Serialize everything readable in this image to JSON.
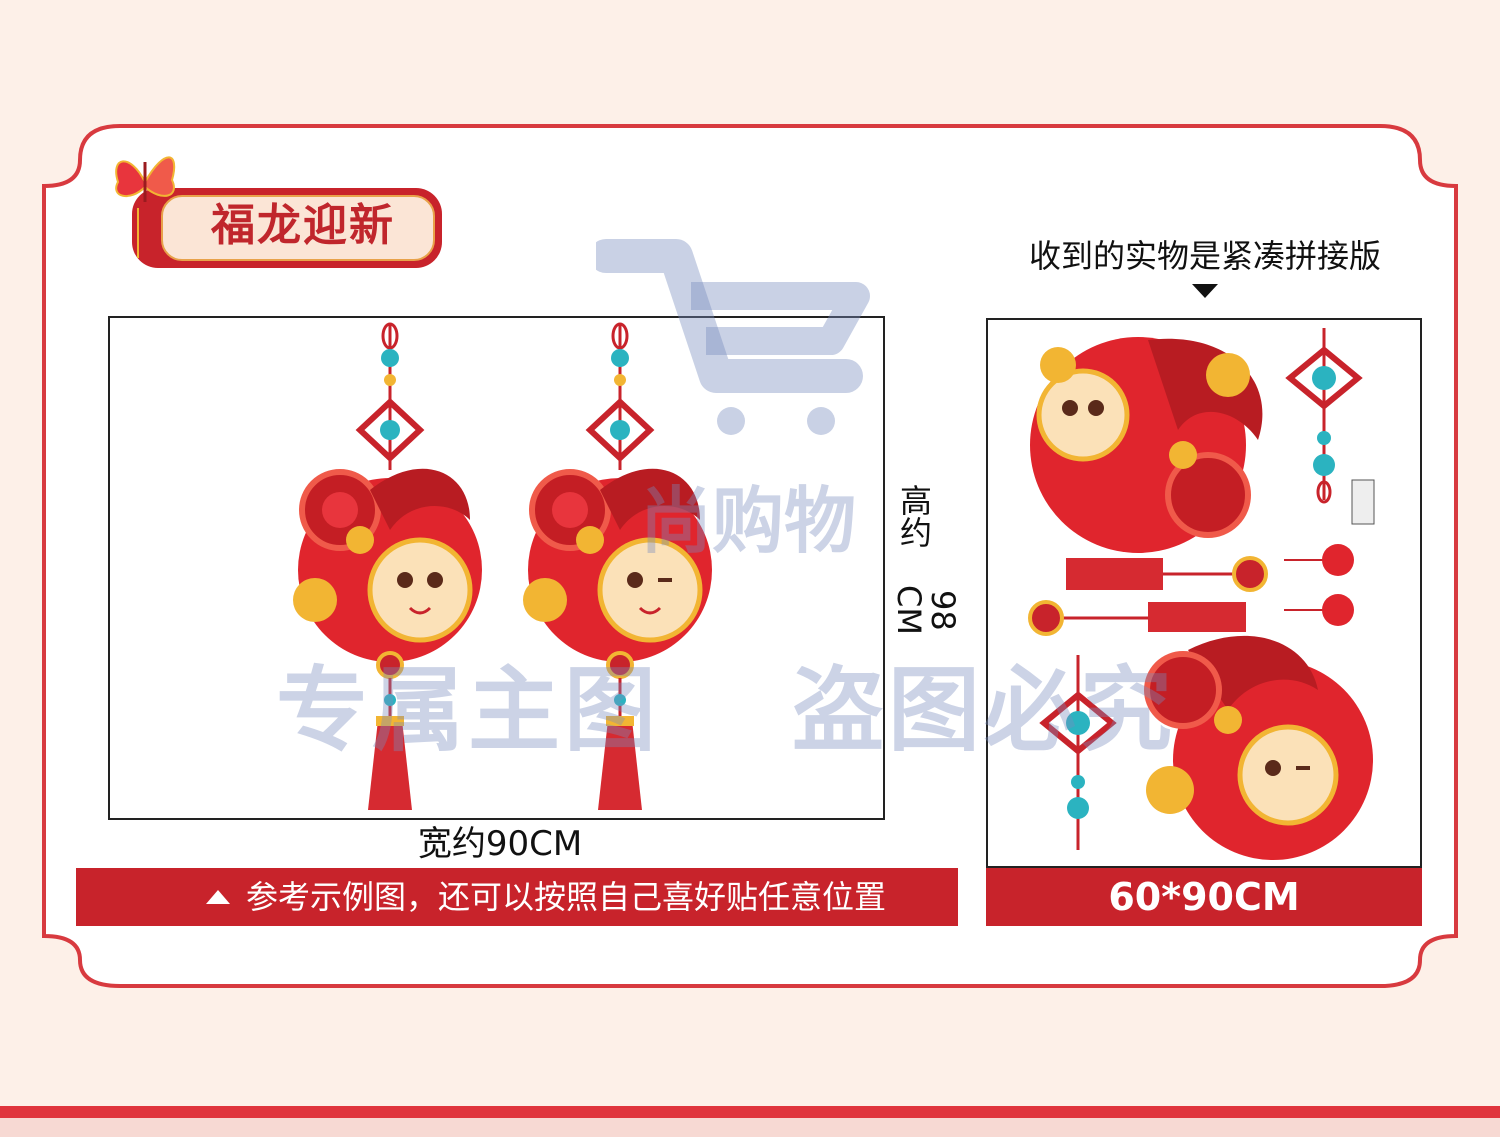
{
  "header": {
    "title": "福龙迎新"
  },
  "left_panel": {
    "height_label_top": "高约",
    "height_label_value": "98 CM",
    "width_label": "宽约90CM",
    "note": "参考示例图，还可以按照自己喜好贴任意位置"
  },
  "right_panel": {
    "compact_label": "收到的实物是紧凑拼接版",
    "size": "60*90CM"
  },
  "watermark": {
    "brand": "尚购物",
    "line_left": "专属主图",
    "line_right": "盗图必究"
  },
  "colors": {
    "accent": "#c8232b",
    "frame": "#d83a3f",
    "background": "#fdf0e8",
    "gold": "#f2b533",
    "turquoise": "#2bb3c0"
  }
}
